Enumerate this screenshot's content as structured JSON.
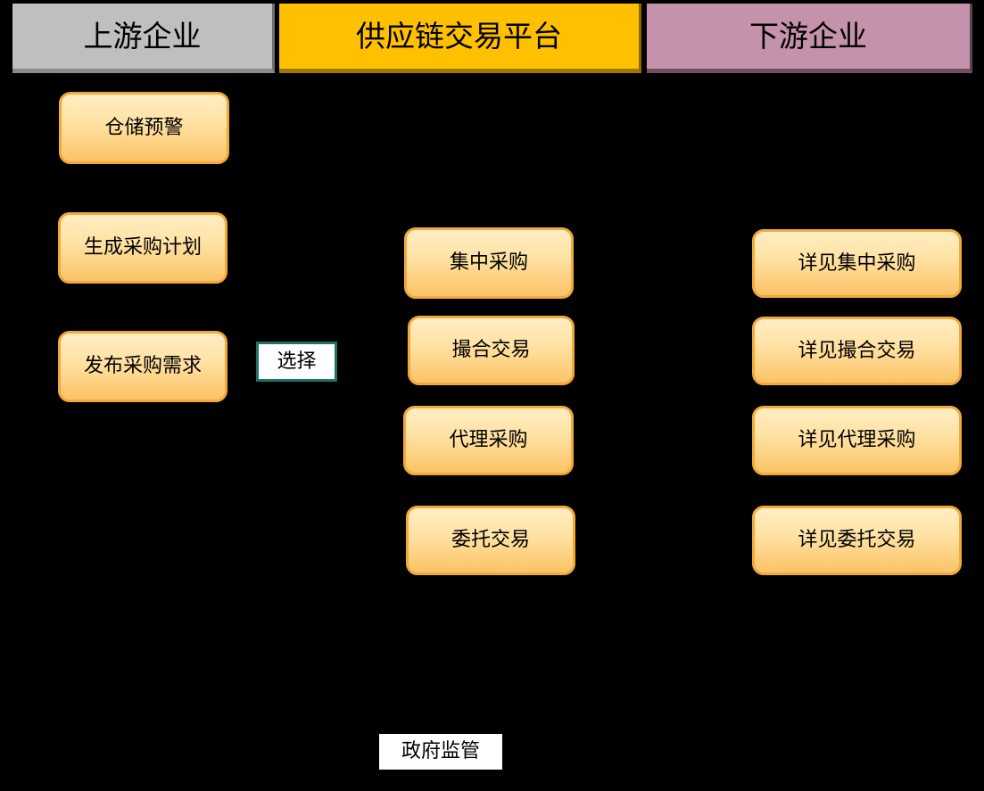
{
  "diagram": {
    "headers": [
      {
        "id": "upstream",
        "label": "上游企业",
        "bg": "#BFBFBF",
        "edge": "#8A8A8A"
      },
      {
        "id": "platform",
        "label": "供应链交易平台",
        "bg": "#FFC000",
        "edge": "#9E7800"
      },
      {
        "id": "downstream",
        "label": "下游企业",
        "bg": "#C592AC",
        "edge": "#6E4E5C"
      }
    ],
    "upstream_nodes": [
      {
        "label": "仓储预警"
      },
      {
        "label": "生成采购计划"
      },
      {
        "label": "发布采购需求"
      }
    ],
    "select_label": "选择",
    "platform_nodes": [
      {
        "label": "集中采购"
      },
      {
        "label": "撮合交易"
      },
      {
        "label": "代理采购"
      },
      {
        "label": "委托交易"
      }
    ],
    "downstream_nodes": [
      {
        "label": "详见集中采购"
      },
      {
        "label": "详见撮合交易"
      },
      {
        "label": "详见代理采购"
      },
      {
        "label": "详见委托交易"
      }
    ],
    "government_label": "政府监管",
    "colors": {
      "background": "#000000",
      "node_fill_top": "#FFEDC3",
      "node_fill_bottom": "#FBC365",
      "node_border": "#F2A93C",
      "select_border": "#1F7265",
      "select_fill": "#FFFFFF",
      "gov_fill": "#FFFFFF",
      "text": "#000000"
    }
  }
}
